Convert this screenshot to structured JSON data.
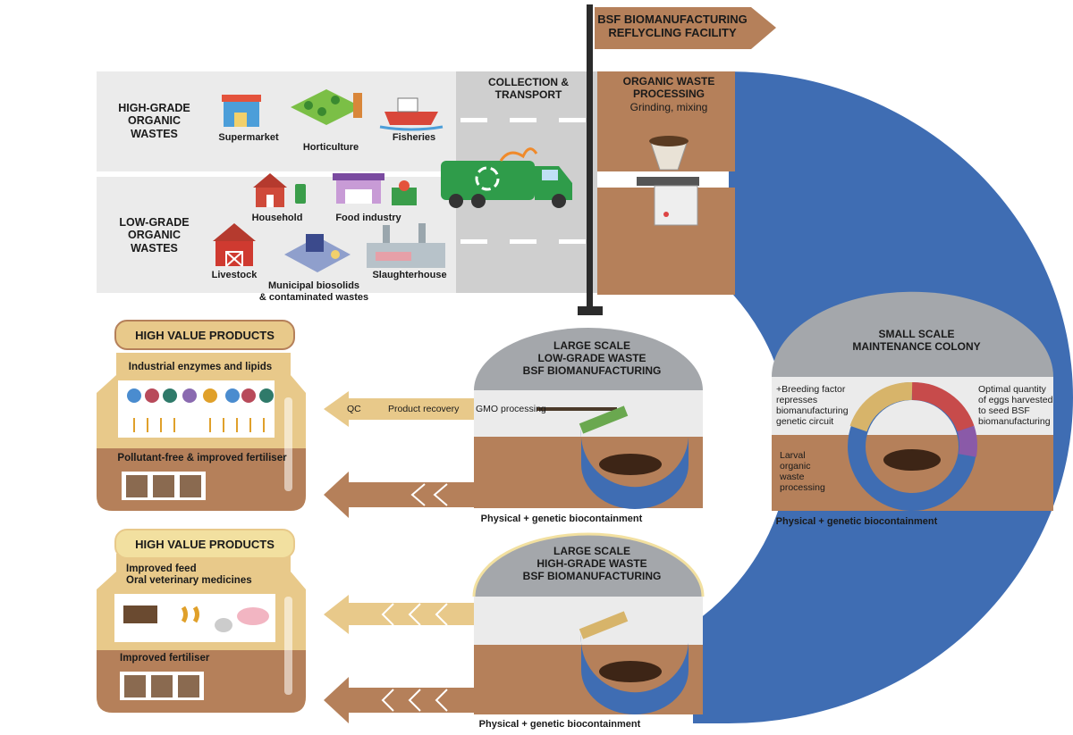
{
  "colors": {
    "blue": "#3f6db3",
    "brown": "#b5805a",
    "tan": "#e8c98a",
    "grey_band": "#ebebeb",
    "road": "#cfcfcf",
    "dome": "#a4a7ab"
  },
  "sign": {
    "line1": "BSF BIOMANUFACTURING",
    "line2": "REFLYCLING FACILITY"
  },
  "wastes": {
    "high_grade_label": [
      "HIGH-GRADE",
      "ORGANIC",
      "WASTES"
    ],
    "low_grade_label": [
      "LOW-GRADE",
      "ORGANIC",
      "WASTES"
    ],
    "sources": {
      "supermarket": "Supermarket",
      "horticulture": "Horticulture",
      "fisheries": "Fisheries",
      "household": "Household",
      "food_industry": "Food industry",
      "livestock": "Livestock",
      "municipal": [
        "Municipal biosolids",
        "& contaminated wastes"
      ],
      "slaughterhouse": "Slaughterhouse"
    }
  },
  "collection": [
    "COLLECTION &",
    "TRANSPORT"
  ],
  "processing": {
    "title": [
      "ORGANIC WASTE",
      "PROCESSING"
    ],
    "subtitle": "Grinding, mixing"
  },
  "facility_low": {
    "title": [
      "LARGE SCALE",
      "LOW-GRADE WASTE",
      "BSF BIOMANUFACTURING"
    ],
    "steps": [
      "QC",
      "Product recovery",
      "GMO processing"
    ],
    "caption": "Physical + genetic biocontainment"
  },
  "facility_high": {
    "title": [
      "LARGE SCALE",
      "HIGH-GRADE WASTE",
      "BSF BIOMANUFACTURING"
    ],
    "caption": "Physical + genetic biocontainment"
  },
  "colony": {
    "title": [
      "SMALL SCALE",
      "MAINTENANCE COLONY"
    ],
    "left_note": [
      "+Breeding factor",
      "represses",
      "biomanufacturing",
      "genetic circuit"
    ],
    "right_note": [
      "Optimal quantity",
      "of eggs harvested",
      "to seed BSF",
      "biomanufacturing"
    ],
    "larval_note": [
      "Larval",
      "organic",
      "waste",
      "processing"
    ],
    "caption": "Physical + genetic biocontainment"
  },
  "products_top": {
    "title": "HIGH VALUE PRODUCTS",
    "upper_label": "Industrial enzymes and lipids",
    "lower_label": "Pollutant-free & improved fertiliser"
  },
  "products_bottom": {
    "title": "HIGH VALUE PRODUCTS",
    "upper_label_1": "Improved feed",
    "upper_label_2": "Oral veterinary medicines",
    "lower_label": "Improved fertiliser"
  }
}
